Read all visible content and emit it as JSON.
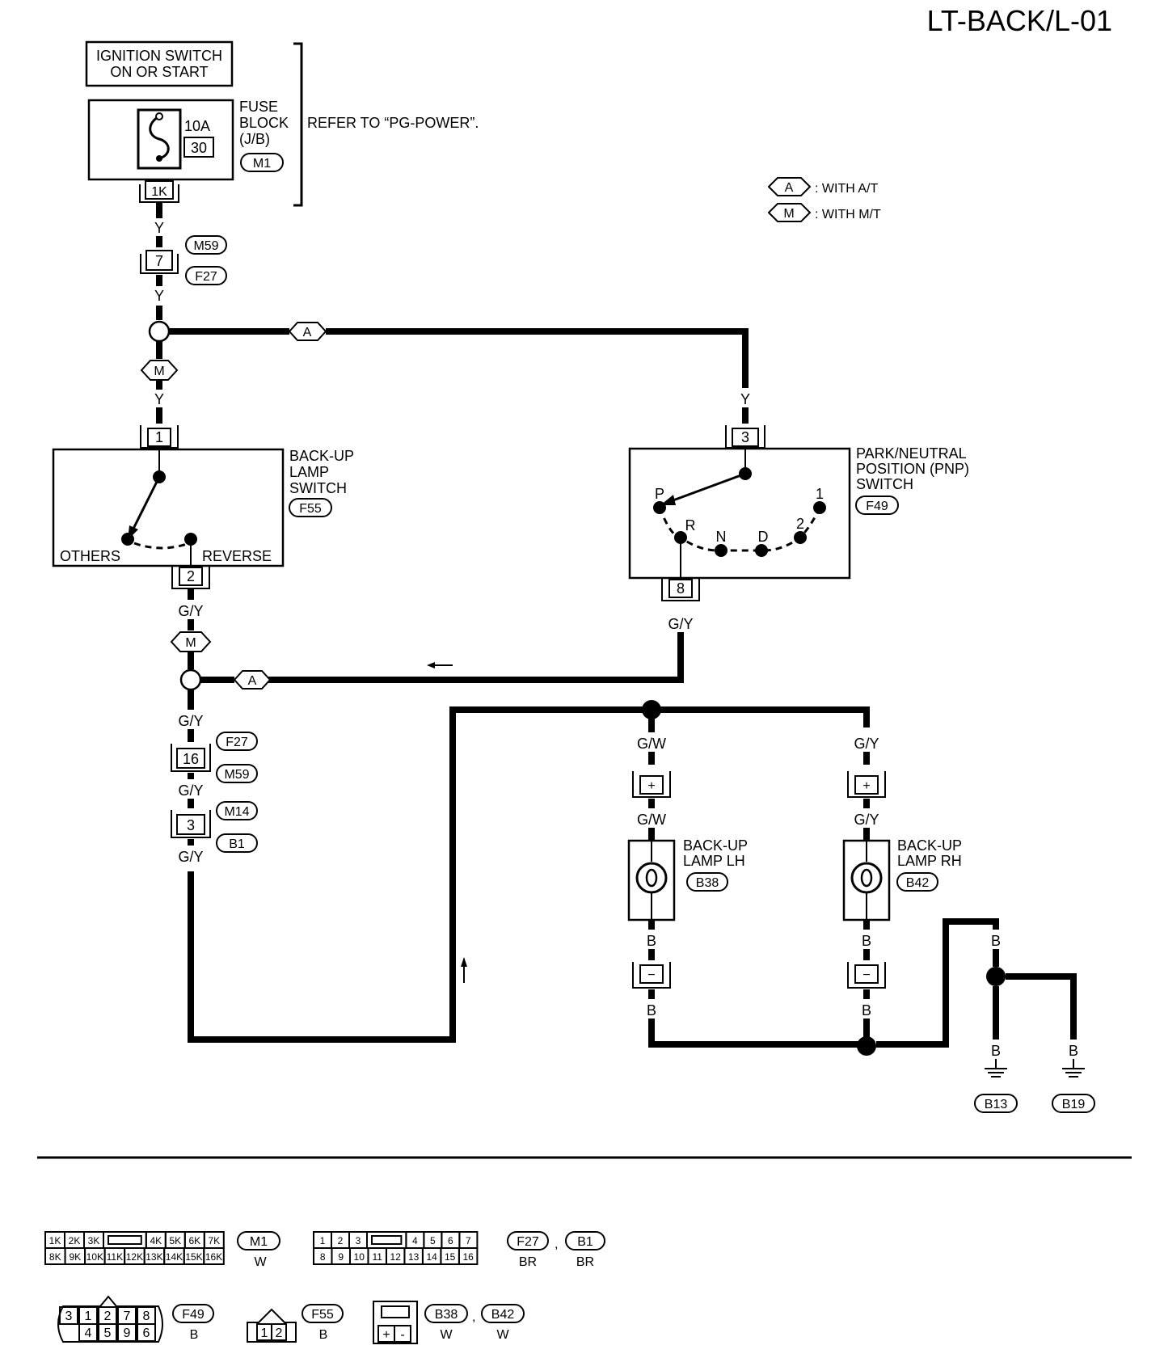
{
  "header": {
    "page_id": "LT-BACK/L-01"
  },
  "legend": {
    "a_code": "A",
    "a_text": ": WITH A/T",
    "m_code": "M",
    "m_text": ": WITH M/T"
  },
  "power": {
    "ignition_line1": "IGNITION SWITCH",
    "ignition_line2": "ON OR START",
    "fuse_amp": "10A",
    "fuse_no": "30",
    "fuse_label1": "FUSE",
    "fuse_label2": "BLOCK",
    "fuse_label3": "(J/B)",
    "fuse_conn": "M1",
    "fuse_pin": "1K",
    "refer": "REFER TO “PG-POWER”."
  },
  "wires": {
    "y": "Y",
    "gy": "G/Y",
    "gw": "G/W",
    "b": "B",
    "a": "A",
    "m": "M"
  },
  "conn_upper": {
    "pin": "7",
    "c1": "M59",
    "c2": "F27"
  },
  "backup_switch": {
    "line1": "BACK-UP",
    "line2": "LAMP",
    "line3": "SWITCH",
    "conn": "F55",
    "pin_in": "1",
    "pin_out": "2",
    "others": "OTHERS",
    "reverse": "REVERSE"
  },
  "pnp_switch": {
    "line1": "PARK/NEUTRAL",
    "line2": "POSITION (PNP)",
    "line3": "SWITCH",
    "conn": "F49",
    "pin_in": "3",
    "pin_out": "8",
    "pos_p": "P",
    "pos_r": "R",
    "pos_n": "N",
    "pos_d": "D",
    "pos_2": "2",
    "pos_1": "1"
  },
  "conn_lower": {
    "pin1": "16",
    "c1a": "F27",
    "c1b": "M59",
    "pin2": "3",
    "c2a": "M14",
    "c2b": "B1"
  },
  "lamp_lh": {
    "line1": "BACK-UP",
    "line2": "LAMP LH",
    "conn": "B38",
    "plus": "+",
    "minus": "−"
  },
  "lamp_rh": {
    "line1": "BACK-UP",
    "line2": "LAMP RH",
    "conn": "B42",
    "plus": "+",
    "minus": "−"
  },
  "grounds": {
    "g1": "B13",
    "g2": "B19"
  },
  "connectors": {
    "m1_top": [
      "1K",
      "2K",
      "3K",
      "",
      "4K",
      "5K",
      "6K",
      "7K"
    ],
    "m1_bottom": [
      "8K",
      "9K",
      "10K",
      "11K",
      "12K",
      "13K",
      "14K",
      "15K",
      "16K"
    ],
    "m1_id": "M1",
    "m1_color": "W",
    "f27_top": [
      "1",
      "2",
      "3",
      "",
      "4",
      "5",
      "6",
      "7"
    ],
    "f27_bottom": [
      "8",
      "9",
      "10",
      "11",
      "12",
      "13",
      "14",
      "15",
      "16"
    ],
    "f27_id": "F27",
    "f27_color": "BR",
    "b1_id": "B1",
    "b1_color": "BR",
    "f49_top": [
      "3",
      "1",
      "2",
      "7",
      "8"
    ],
    "f49_bottom": [
      "4",
      "5",
      "9",
      "6"
    ],
    "f49_id": "F49",
    "f49_color": "B",
    "f55_pins": [
      "1",
      "2"
    ],
    "f55_id": "F55",
    "f55_color": "B",
    "lamp_pins": [
      "+",
      "-"
    ],
    "b38_id": "B38",
    "b38_color": "W",
    "b42_id": "B42",
    "b42_color": "W",
    "comma": ","
  }
}
